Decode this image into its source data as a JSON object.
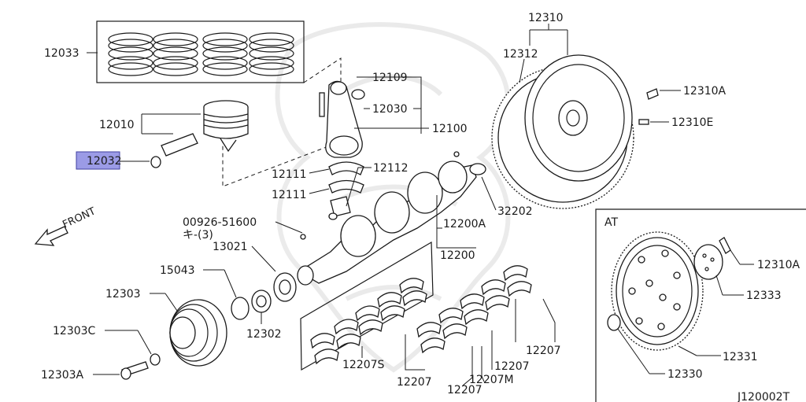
{
  "diagram": {
    "highlight_color": "#9b9be6",
    "inset_title": "AT",
    "footer_code": "J120002T",
    "front_label": "FRONT",
    "labels": {
      "rings": "12033",
      "piston": "12010",
      "snap_ring": "12032",
      "rod_assembly": "12109",
      "rod_bushing": "12030",
      "rod": "12100",
      "rod_bearing_upper": "12111",
      "rod_bearing_lower": "12111",
      "rod_bolt": "12112",
      "plug": "00926-51600",
      "plug_qty": "キ-(3)",
      "sprocket": "13021",
      "key": "15043",
      "pulley": "12303",
      "pulley_washer": "12303C",
      "pulley_bolt": "12303A",
      "spacer": "12302",
      "main_bearings_upper": "12207S",
      "main_bearing_a": "12207",
      "main_bearing_b": "12207",
      "main_bearing_c": "12207",
      "main_bearing_m": "12207M",
      "main_bearing_d": "12207",
      "crankshaft": "12200",
      "crankshaft_sub": "12200A",
      "pilot_bushing": "32202",
      "flywheel": "12310",
      "ring_gear": "12312",
      "flywheel_bolt": "12310A",
      "dowel": "12310E",
      "dp_bolt": "12310A",
      "dp_reinforce": "12333",
      "drive_plate": "12331",
      "dp_spacer": "12330"
    }
  }
}
